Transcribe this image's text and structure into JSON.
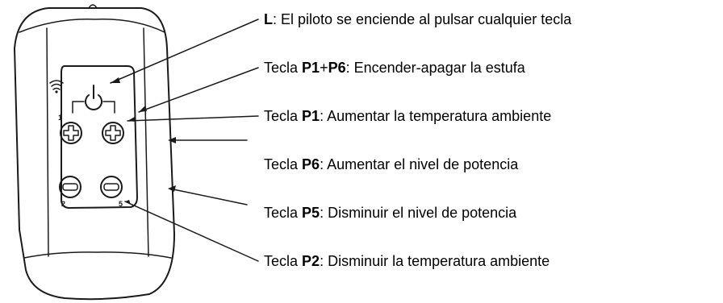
{
  "callouts": [
    {
      "pre": "",
      "key": "L",
      "mid": "",
      "key2": "",
      "desc": ": El piloto se enciende al pulsar cualquier tecla"
    },
    {
      "pre": "Tecla ",
      "key": "P1",
      "mid": "+",
      "key2": "P6",
      "desc": ": Encender-apagar la estufa"
    },
    {
      "pre": "Tecla ",
      "key": "P1",
      "mid": "",
      "key2": "",
      "desc": ": Aumentar la temperatura ambiente"
    },
    {
      "pre": "Tecla ",
      "key": "P6",
      "mid": "",
      "key2": "",
      "desc": ": Aumentar el nivel de potencia"
    },
    {
      "pre": "Tecla ",
      "key": "P5",
      "mid": "",
      "key2": "",
      "desc": ": Disminuir el nivel de potencia"
    },
    {
      "pre": "Tecla ",
      "key": "P2",
      "mid": "",
      "key2": "",
      "desc": ": Disminuir la temperatura ambiente"
    }
  ],
  "keypad_labels": {
    "top_left": "1",
    "bottom_left": "2",
    "bottom_right": "5"
  },
  "icons": [
    "wifi-icon",
    "power-icon",
    "plus-icon",
    "minus-icon"
  ]
}
